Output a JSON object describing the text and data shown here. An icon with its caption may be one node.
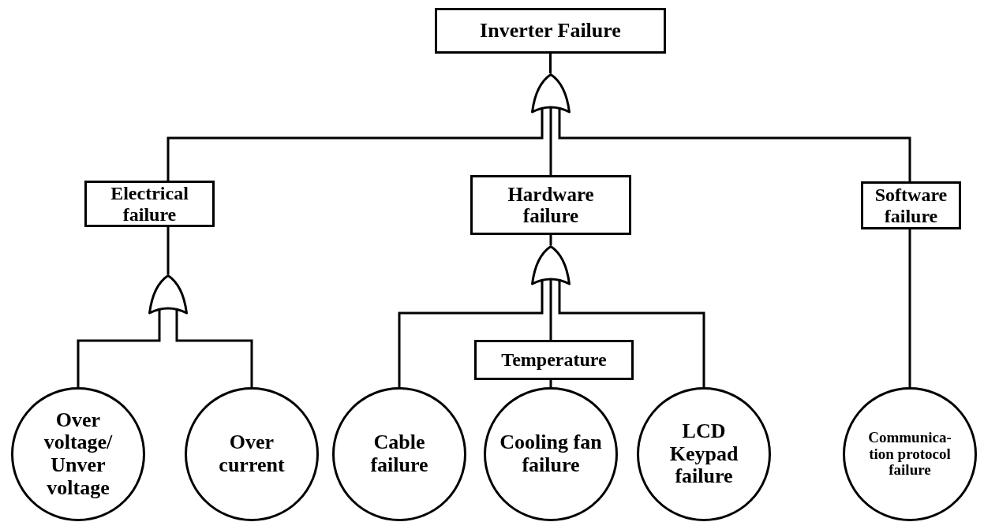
{
  "diagram": {
    "nodes": [
      {
        "text": [
          "Inverter Failure"
        ]
      },
      {
        "text": [],
        "shape": "gate"
      },
      {
        "text": [
          "Electrical failure"
        ]
      },
      {
        "text": [
          "Hardware failure"
        ]
      },
      {
        "text": [
          "Software failure"
        ]
      },
      {
        "text": [],
        "shape": "gate"
      },
      {
        "text": [],
        "shape": "gate"
      },
      {
        "text": [
          "Over voltage/ Unver voltage"
        ]
      },
      {
        "text": [
          "Over current"
        ]
      },
      {
        "text": [
          "Cable failure"
        ]
      },
      {
        "text": [
          "Temperature"
        ]
      },
      {
        "text": [
          "Cooling fan failure"
        ]
      },
      {
        "text": [
          "LCD Keypad failure"
        ]
      },
      {
        "text": [
          "Communica- tion protocol failure"
        ]
      }
    ],
    "edges": [
      {
        "from": 1,
        "to": 0,
        "arrow": "none"
      },
      {
        "from": 2,
        "to": 1,
        "arrow": "none"
      },
      {
        "from": 3,
        "to": 1,
        "arrow": "none"
      },
      {
        "from": 4,
        "to": 1,
        "arrow": "none"
      },
      {
        "from": 5,
        "to": 2,
        "arrow": "none"
      },
      {
        "from": 7,
        "to": 5,
        "arrow": "none"
      },
      {
        "from": 8,
        "to": 5,
        "arrow": "none"
      },
      {
        "from": 6,
        "to": 3,
        "arrow": "none"
      },
      {
        "from": 9,
        "to": 6,
        "arrow": "none"
      },
      {
        "from": 10,
        "to": 6,
        "arrow": "none"
      },
      {
        "from": 12,
        "to": 6,
        "arrow": "none"
      },
      {
        "from": 11,
        "to": 10,
        "arrow": "none"
      },
      {
        "from": 13,
        "to": 4,
        "arrow": "none"
      }
    ]
  }
}
